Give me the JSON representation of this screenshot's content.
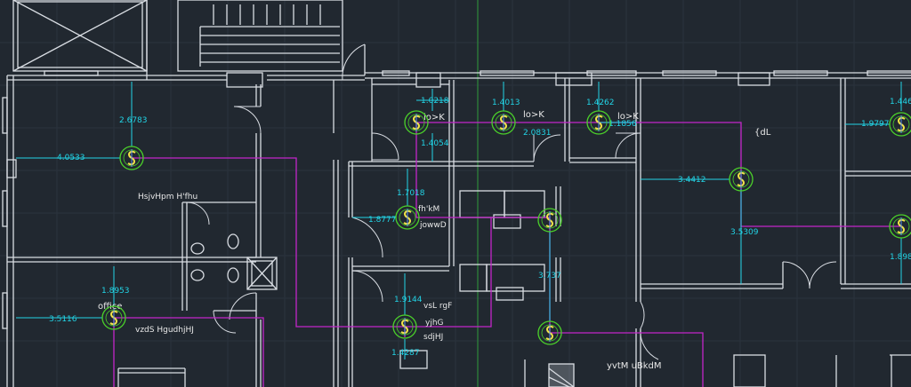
{
  "colors": {
    "background": "#212830",
    "wall": "#d9dde3",
    "grid": "#2f3844",
    "dimension": "#22d4e6",
    "wire": "#c326c9",
    "sensor_ring": "#4bd12a",
    "sensor_symbol": "#f1e34a",
    "axis": "#2f9b3c"
  },
  "dimensions": {
    "d1": "2.6783",
    "d2": "4.0533",
    "d3": "1.0218",
    "d4": "1.4054",
    "d5": "1.4013",
    "d6": "2.0831",
    "d7": "1.4262",
    "d8": "1.1856",
    "d9": "3.4412",
    "d10": "3.5309",
    "d11": "1.9797",
    "d12": "1.446",
    "d13": "1.7018",
    "d14": "1.8777",
    "d15": "1.8953",
    "d16": "3.5116",
    "d17": "1.9144",
    "d18": "1.4287",
    "d19": "3.737",
    "d20": "1.898"
  },
  "labels": {
    "room_a": "HsjvHpm H'fhu",
    "office": "office",
    "room_b": "vzdS HgudhjHJ",
    "room_c": "lo>K",
    "room_d": "lo>K",
    "room_e": "lo>K",
    "room_f": "{dL",
    "room_g": "fh'kM",
    "room_h": "jowwD",
    "room_i": "vsL rgF",
    "room_j": "yjhG",
    "room_k": "sdjHJ",
    "room_l": "yvtM uBkdM"
  },
  "icons": {
    "sensor": "motion-sensor-icon"
  }
}
